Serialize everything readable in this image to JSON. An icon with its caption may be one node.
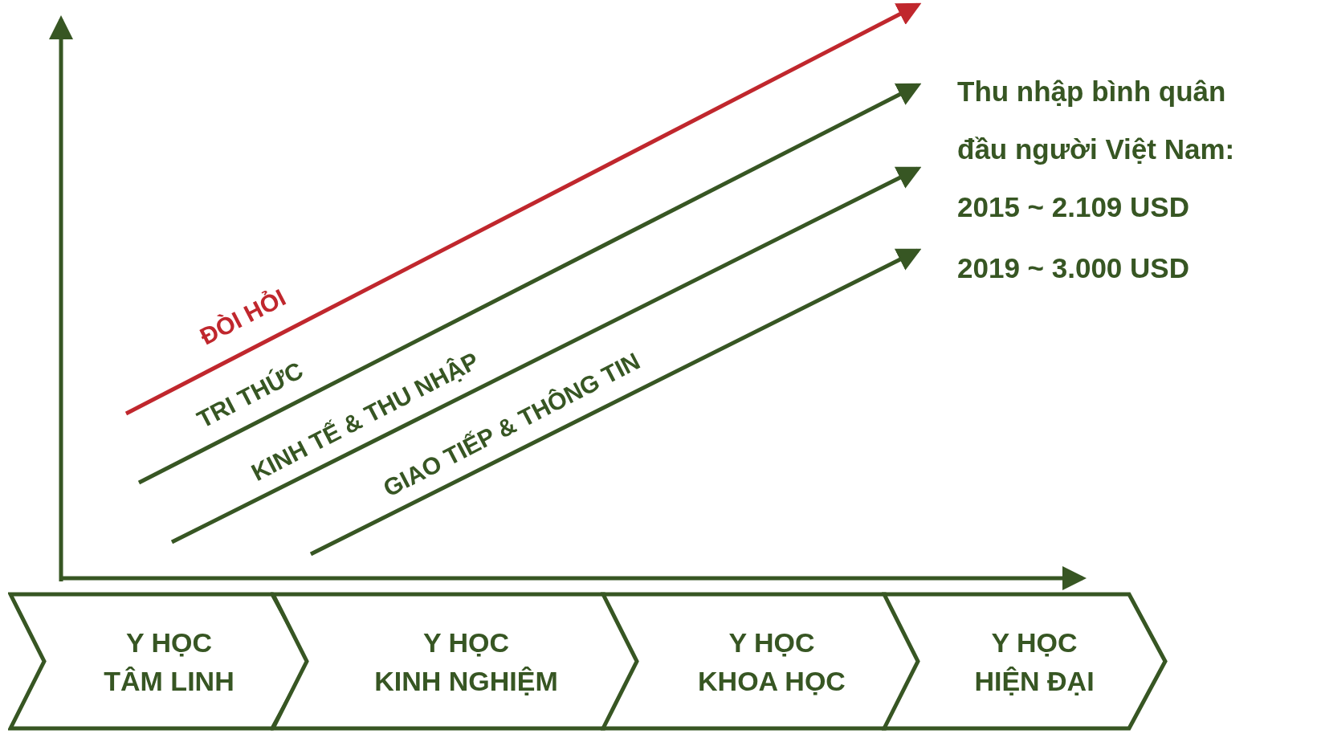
{
  "diagram": {
    "nodes": [
      {
        "text": [
          "Y HỌC",
          "TÂM LINH"
        ]
      },
      {
        "text": [
          "Y HỌC",
          "KINH NGHIỆM"
        ]
      },
      {
        "text": [
          "Y HỌC",
          "KHOA HỌC"
        ]
      },
      {
        "text": [
          "Y HỌC",
          "HIỆN ĐẠI"
        ]
      }
    ],
    "edges": [],
    "labels": [
      "ĐÒI HỎI",
      "TRI THỨC",
      "KINH TẾ & THU NHẬP",
      "GIAO TIẾP & THÔNG TIN",
      "Thu nhập bình quân đầu người Việt Nam:",
      "2015 ~ 2.109 USD",
      "2019 ~ 3.000 USD"
    ]
  }
}
